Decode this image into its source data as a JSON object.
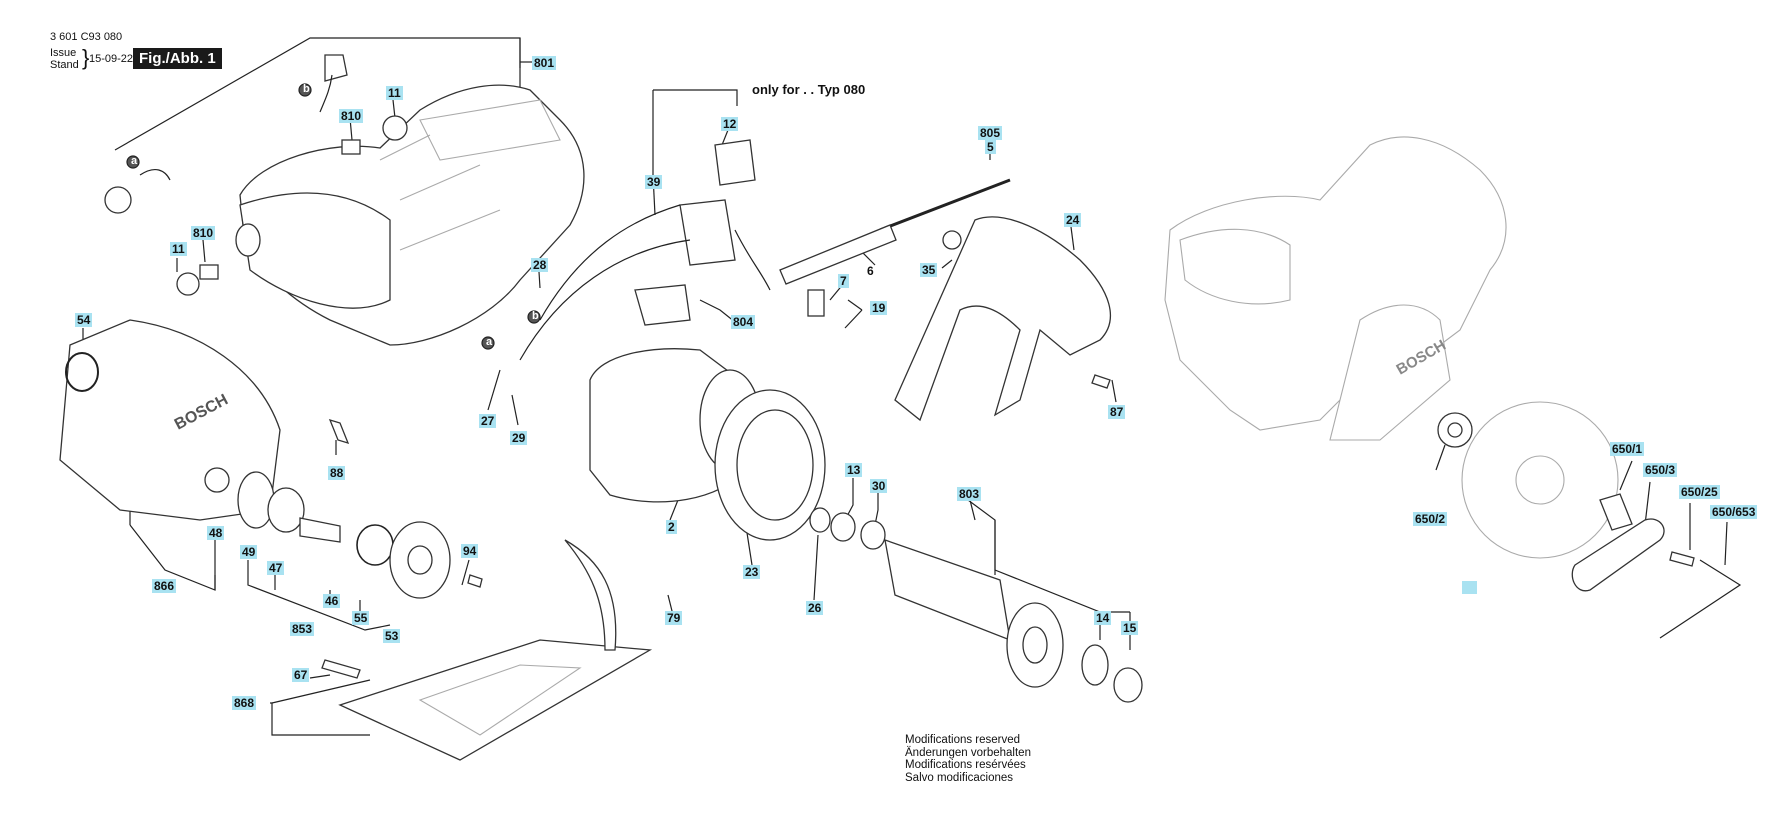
{
  "header": {
    "doc_number": "3 601 C93 080",
    "issue_label_en": "Issue",
    "issue_label_de": "Stand",
    "issue_date": "15-09-22",
    "fig_label": "Fig./Abb. 1"
  },
  "note_only_for": "only for . . Typ 080",
  "modifications_notice": [
    "Modifications reserved",
    "Änderungen vorbehalten",
    "Modifications resérvées",
    "Salvo modificaciones"
  ],
  "callout_labels": {
    "801": "801",
    "b_top": "b",
    "11_top": "11",
    "810_top": "810",
    "a_top": "a",
    "11_left": "11",
    "810_left": "810",
    "54": "54",
    "28": "28",
    "a_mid": "a",
    "b_mid": "b",
    "27": "27",
    "29": "29",
    "88": "88",
    "48": "48",
    "49": "49",
    "47": "47",
    "46": "46",
    "866": "866",
    "853": "853",
    "55": "55",
    "53": "53",
    "94": "94",
    "67": "67",
    "868": "868",
    "12": "12",
    "39": "39",
    "7": "7",
    "19": "19",
    "804": "804",
    "805": "805",
    "5": "5",
    "6": "6",
    "2": "2",
    "23": "23",
    "79": "79",
    "26": "26",
    "13": "13",
    "30": "30",
    "803": "803",
    "14": "14",
    "15": "15",
    "24": "24",
    "35": "35",
    "87": "87",
    "650_1": "650/1",
    "650_3": "650/3",
    "650_25": "650/25",
    "650_653": "650/653",
    "650_2": "650/2"
  }
}
